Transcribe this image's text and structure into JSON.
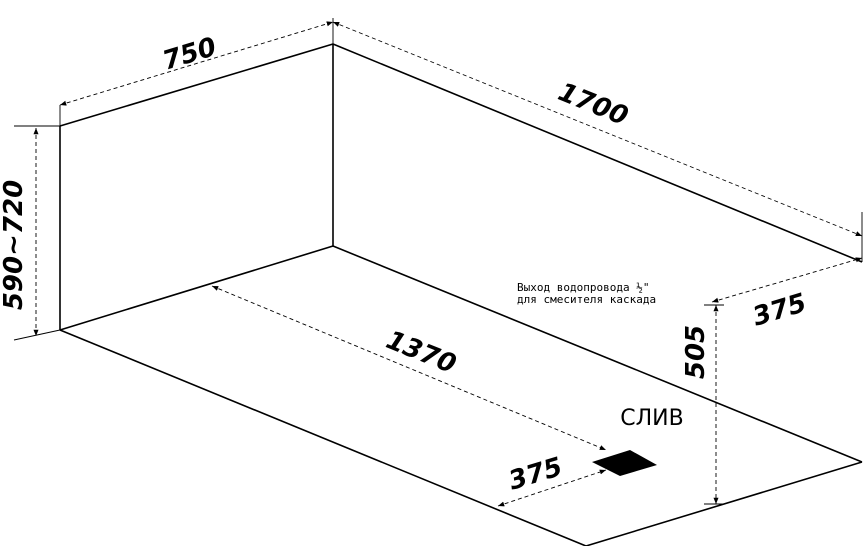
{
  "dimensions": {
    "width": "750",
    "length": "1700",
    "height": "590~720",
    "inner_length": "1370",
    "drain_offset": "375",
    "pipe_offset": "375",
    "pipe_height": "505"
  },
  "labels": {
    "drain": "СЛИВ",
    "pipe_note_line1": "Выход водопровода ½\"",
    "pipe_note_line2": "для смесителя каскада"
  }
}
